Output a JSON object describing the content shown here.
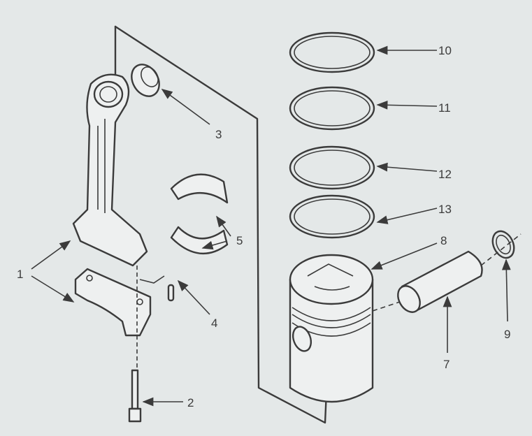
{
  "diagram": {
    "title": "Connecting rod and piston exploded view",
    "callouts": {
      "c1": "1",
      "c2": "2",
      "c3": "3",
      "c4": "4",
      "c5": "5",
      "c7": "7",
      "c8": "8",
      "c9": "9",
      "c10": "10",
      "c11": "11",
      "c12": "12",
      "c13": "13"
    },
    "colors": {
      "background": "#e4e8e8",
      "line": "#3b3b3b"
    }
  }
}
